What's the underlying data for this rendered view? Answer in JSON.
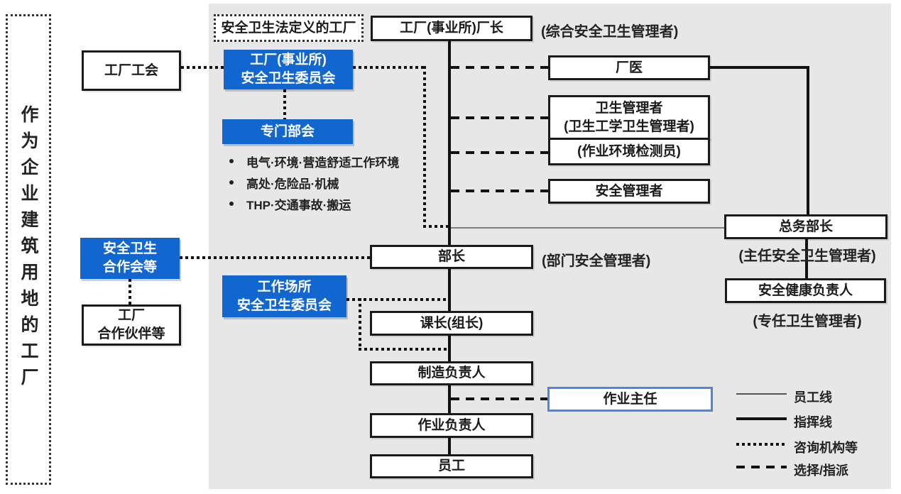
{
  "colors": {
    "accent_blue": "#1266d0",
    "highlight_border": "#4a86e8",
    "panel_gray": "#e7e7e7",
    "line_black": "#111111",
    "line_gray": "#7f7f7f"
  },
  "left_column": {
    "enterprise_zone": "作为企业建筑用地的工厂",
    "factory_union": "工厂工会",
    "safety_cooperation": "安全卫生\n合作会等",
    "factory_partners": "工厂\n合作伙伴等"
  },
  "top": {
    "law_defined_factory": "安全卫生法定义的工厂",
    "plant_manager": "工厂(事业所)厂长",
    "plant_manager_note": "(综合安全卫生管理者)"
  },
  "committees": {
    "plant_committee": "工厂(事业所)\n安全卫生委员会",
    "special_subcommittee": "专门部会",
    "subcommittee_topics": [
      "电气·环境·营造舒适工作环境",
      "高处·危险品·机械",
      "THP·交通事故·搬运"
    ],
    "workplace_committee": "工作场所\n安全卫生委员会"
  },
  "staff": {
    "factory_doctor": "厂医",
    "hygiene_manager": "卫生管理者\n(卫生工学卫生管理者)",
    "work_env_inspector": "(作业环境检测员)",
    "safety_manager": "安全管理者",
    "general_affairs_director": "总务部长",
    "general_affairs_note": "(主任安全卫生管理者)",
    "health_safety_officer": "安全健康负责人",
    "health_safety_note": "(专任卫生管理者)"
  },
  "line_chain": {
    "department_head": "部长",
    "department_head_note": "(部门安全管理者)",
    "section_chief": "课长(组长)",
    "manufacturing_lead": "制造负责人",
    "operation_chief": "作业主任",
    "operation_lead": "作业负责人",
    "employees": "员工"
  },
  "legend": [
    {
      "type": "thin",
      "label": "员工线"
    },
    {
      "type": "thick",
      "label": "指挥线"
    },
    {
      "type": "dotted",
      "label": "咨询机构等"
    },
    {
      "type": "dashed",
      "label": "选择/指派"
    }
  ]
}
